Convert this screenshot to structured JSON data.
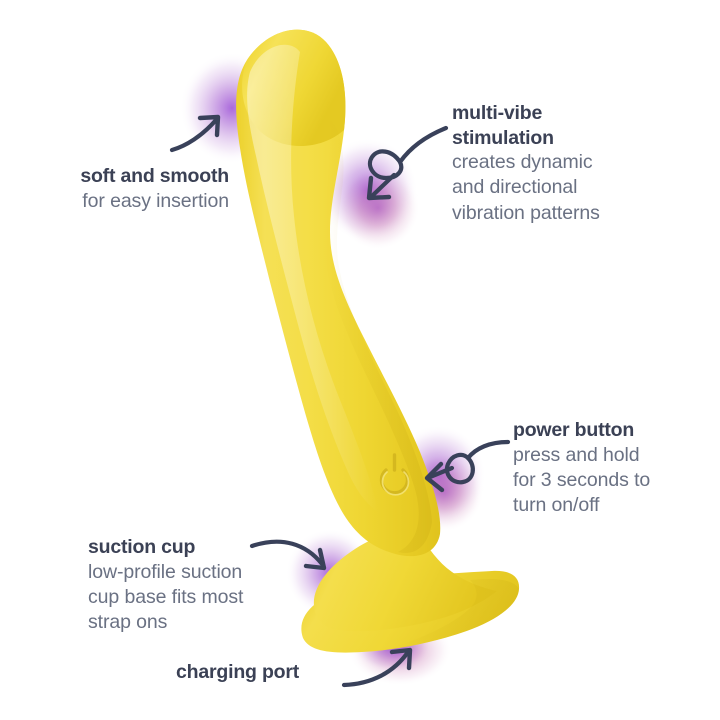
{
  "image": {
    "kind": "product-feature-infographic",
    "background_color": "#ffffff",
    "product": {
      "name": "silicone-dildo-vibrator",
      "body_color": "#f2d733",
      "body_shadow_color": "#e0c520",
      "body_highlight_color": "#f7e46a",
      "glow_color": "#a05ad0",
      "glow_color_warm": "#c76aa8",
      "power_icon_name": "power-symbol-emboss"
    },
    "text_colors": {
      "heading": "#3b4155",
      "body": "#6a7183",
      "arrow": "#39415a"
    }
  },
  "callouts": [
    {
      "id": "soft",
      "title": "soft and smooth",
      "body": "for easy insertion",
      "align": "right",
      "arrow_name": "arrow-up-right-straight"
    },
    {
      "id": "multi",
      "title_line1": "multi-vibe",
      "title_line2": "stimulation",
      "body_line1": "creates dynamic",
      "body_line2": "and directional",
      "body_line3": "vibration patterns",
      "align": "left",
      "arrow_name": "arrow-curl-loop-down-left"
    },
    {
      "id": "power",
      "title": "power button",
      "body_line1": "press and hold",
      "body_line2": "for 3 seconds to",
      "body_line3": "turn on/off",
      "align": "left",
      "arrow_name": "arrow-curl-loop-left"
    },
    {
      "id": "suction",
      "title": "suction cup",
      "body_line1": "low-profile suction",
      "body_line2": "cup base fits most",
      "body_line3": "strap ons",
      "align": "left",
      "arrow_name": "arrow-curve-down-right"
    },
    {
      "id": "charge",
      "title": "charging port",
      "align": "left",
      "arrow_name": "arrow-curve-up-right"
    }
  ]
}
